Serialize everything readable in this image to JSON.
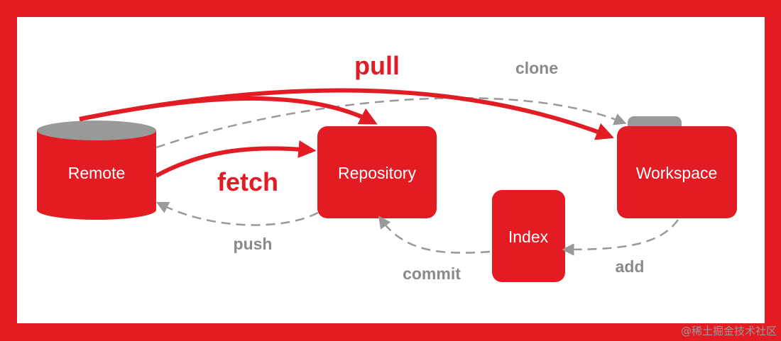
{
  "colors": {
    "frame": "#e31b23",
    "node": "#e31b23",
    "cylinder_top": "#999999",
    "dashed_arrow": "#999999",
    "label_red": "#e31b23",
    "label_gray": "#8a8a8a"
  },
  "nodes": {
    "remote": "Remote",
    "repository": "Repository",
    "workspace": "Workspace",
    "index": "Index"
  },
  "edges": {
    "pull": "pull",
    "fetch": "fetch",
    "clone": "clone",
    "push": "push",
    "commit": "commit",
    "add": "add"
  },
  "watermark": "@稀土掘金技术社区"
}
